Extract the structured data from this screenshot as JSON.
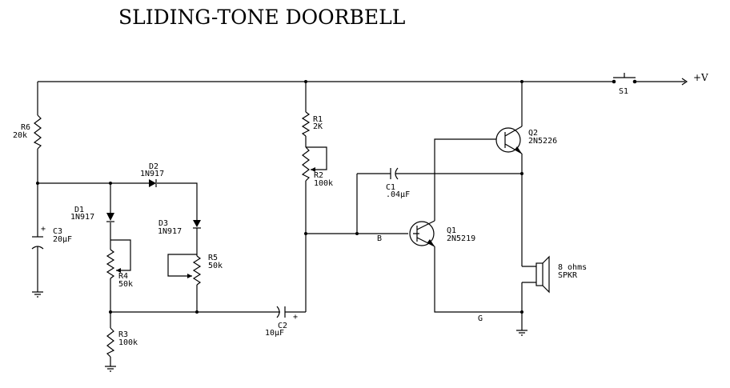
{
  "title": "SLIDING-TONE DOORBELL",
  "supply": "+V",
  "nodes": {
    "base": "B",
    "ground": "G"
  },
  "components": {
    "R6": {
      "ref": "R6",
      "value": "20k"
    },
    "C3": {
      "ref": "C3",
      "value": "20µF",
      "polarity": "+"
    },
    "D1": {
      "ref": "D1",
      "value": "1N917"
    },
    "D2": {
      "ref": "D2",
      "value": "1N917"
    },
    "D3": {
      "ref": "D3",
      "value": "1N917"
    },
    "R4": {
      "ref": "R4",
      "value": "50k"
    },
    "R5": {
      "ref": "R5",
      "value": "50k"
    },
    "R3": {
      "ref": "R3",
      "value": "100k"
    },
    "C2": {
      "ref": "C2",
      "value": "10µF",
      "polarity": "+"
    },
    "R1": {
      "ref": "R1",
      "value": "2K"
    },
    "R2": {
      "ref": "R2",
      "value": "100k"
    },
    "C1": {
      "ref": "C1",
      "value": ".04µF"
    },
    "Q1": {
      "ref": "Q1",
      "value": "2N5219"
    },
    "Q2": {
      "ref": "Q2",
      "value": "2N5226"
    },
    "S1": {
      "ref": "S1"
    },
    "SPKR": {
      "ref": "SPKR",
      "value": "8 ohms"
    }
  }
}
